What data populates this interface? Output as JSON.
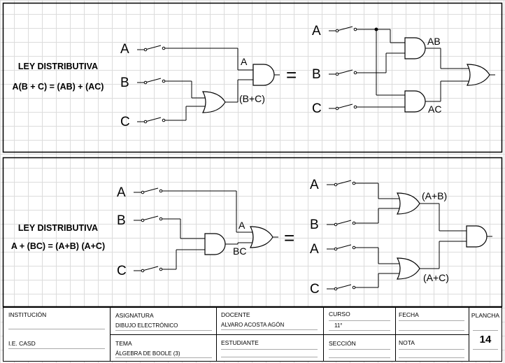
{
  "panel1": {
    "title": "LEY DISTRIBUTIVA",
    "expression": "A(B + C) = (AB) + (AC)",
    "left_inputs": [
      "A",
      "B",
      "C"
    ],
    "left_labels": {
      "and_input": "A",
      "or_output": "(B+C)"
    },
    "equals": "=",
    "right_inputs": [
      "A",
      "B",
      "C"
    ],
    "right_labels": {
      "top_gate": "AB",
      "bottom_gate": "AC"
    }
  },
  "panel2": {
    "title": "LEY DISTRIBUTIVA",
    "expression": "A + (BC) = (A+B) (A+C)",
    "left_inputs": [
      "A",
      "B",
      "C"
    ],
    "left_labels": {
      "or_input": "A",
      "and_output": "BC"
    },
    "equals": "=",
    "right_inputs": [
      "A",
      "B",
      "A",
      "C"
    ],
    "right_labels": {
      "top_gate": "(A+B)",
      "bottom_gate": "(A+C)"
    }
  },
  "title_block": {
    "institucion_label": "INSTITUCIÓN",
    "institucion_value": "I.E. CASD",
    "asignatura_label": "ASIGNATURA",
    "asignatura_value": "DIBUJO ELECTRÓNICO",
    "tema_label": "TEMA",
    "tema_value": "ÁLGEBRA DE BOOLE (3)",
    "docente_label": "DOCENTE",
    "docente_value": "ALVARO ACOSTA AGÓN",
    "estudiante_label": "ESTUDIANTE",
    "curso_label": "CURSO",
    "curso_value": "11°",
    "seccion_label": "SECCIÓN",
    "fecha_label": "FECHA",
    "nota_label": "NOTA",
    "plancha_label": "PLANCHA",
    "plancha_value": "14"
  }
}
